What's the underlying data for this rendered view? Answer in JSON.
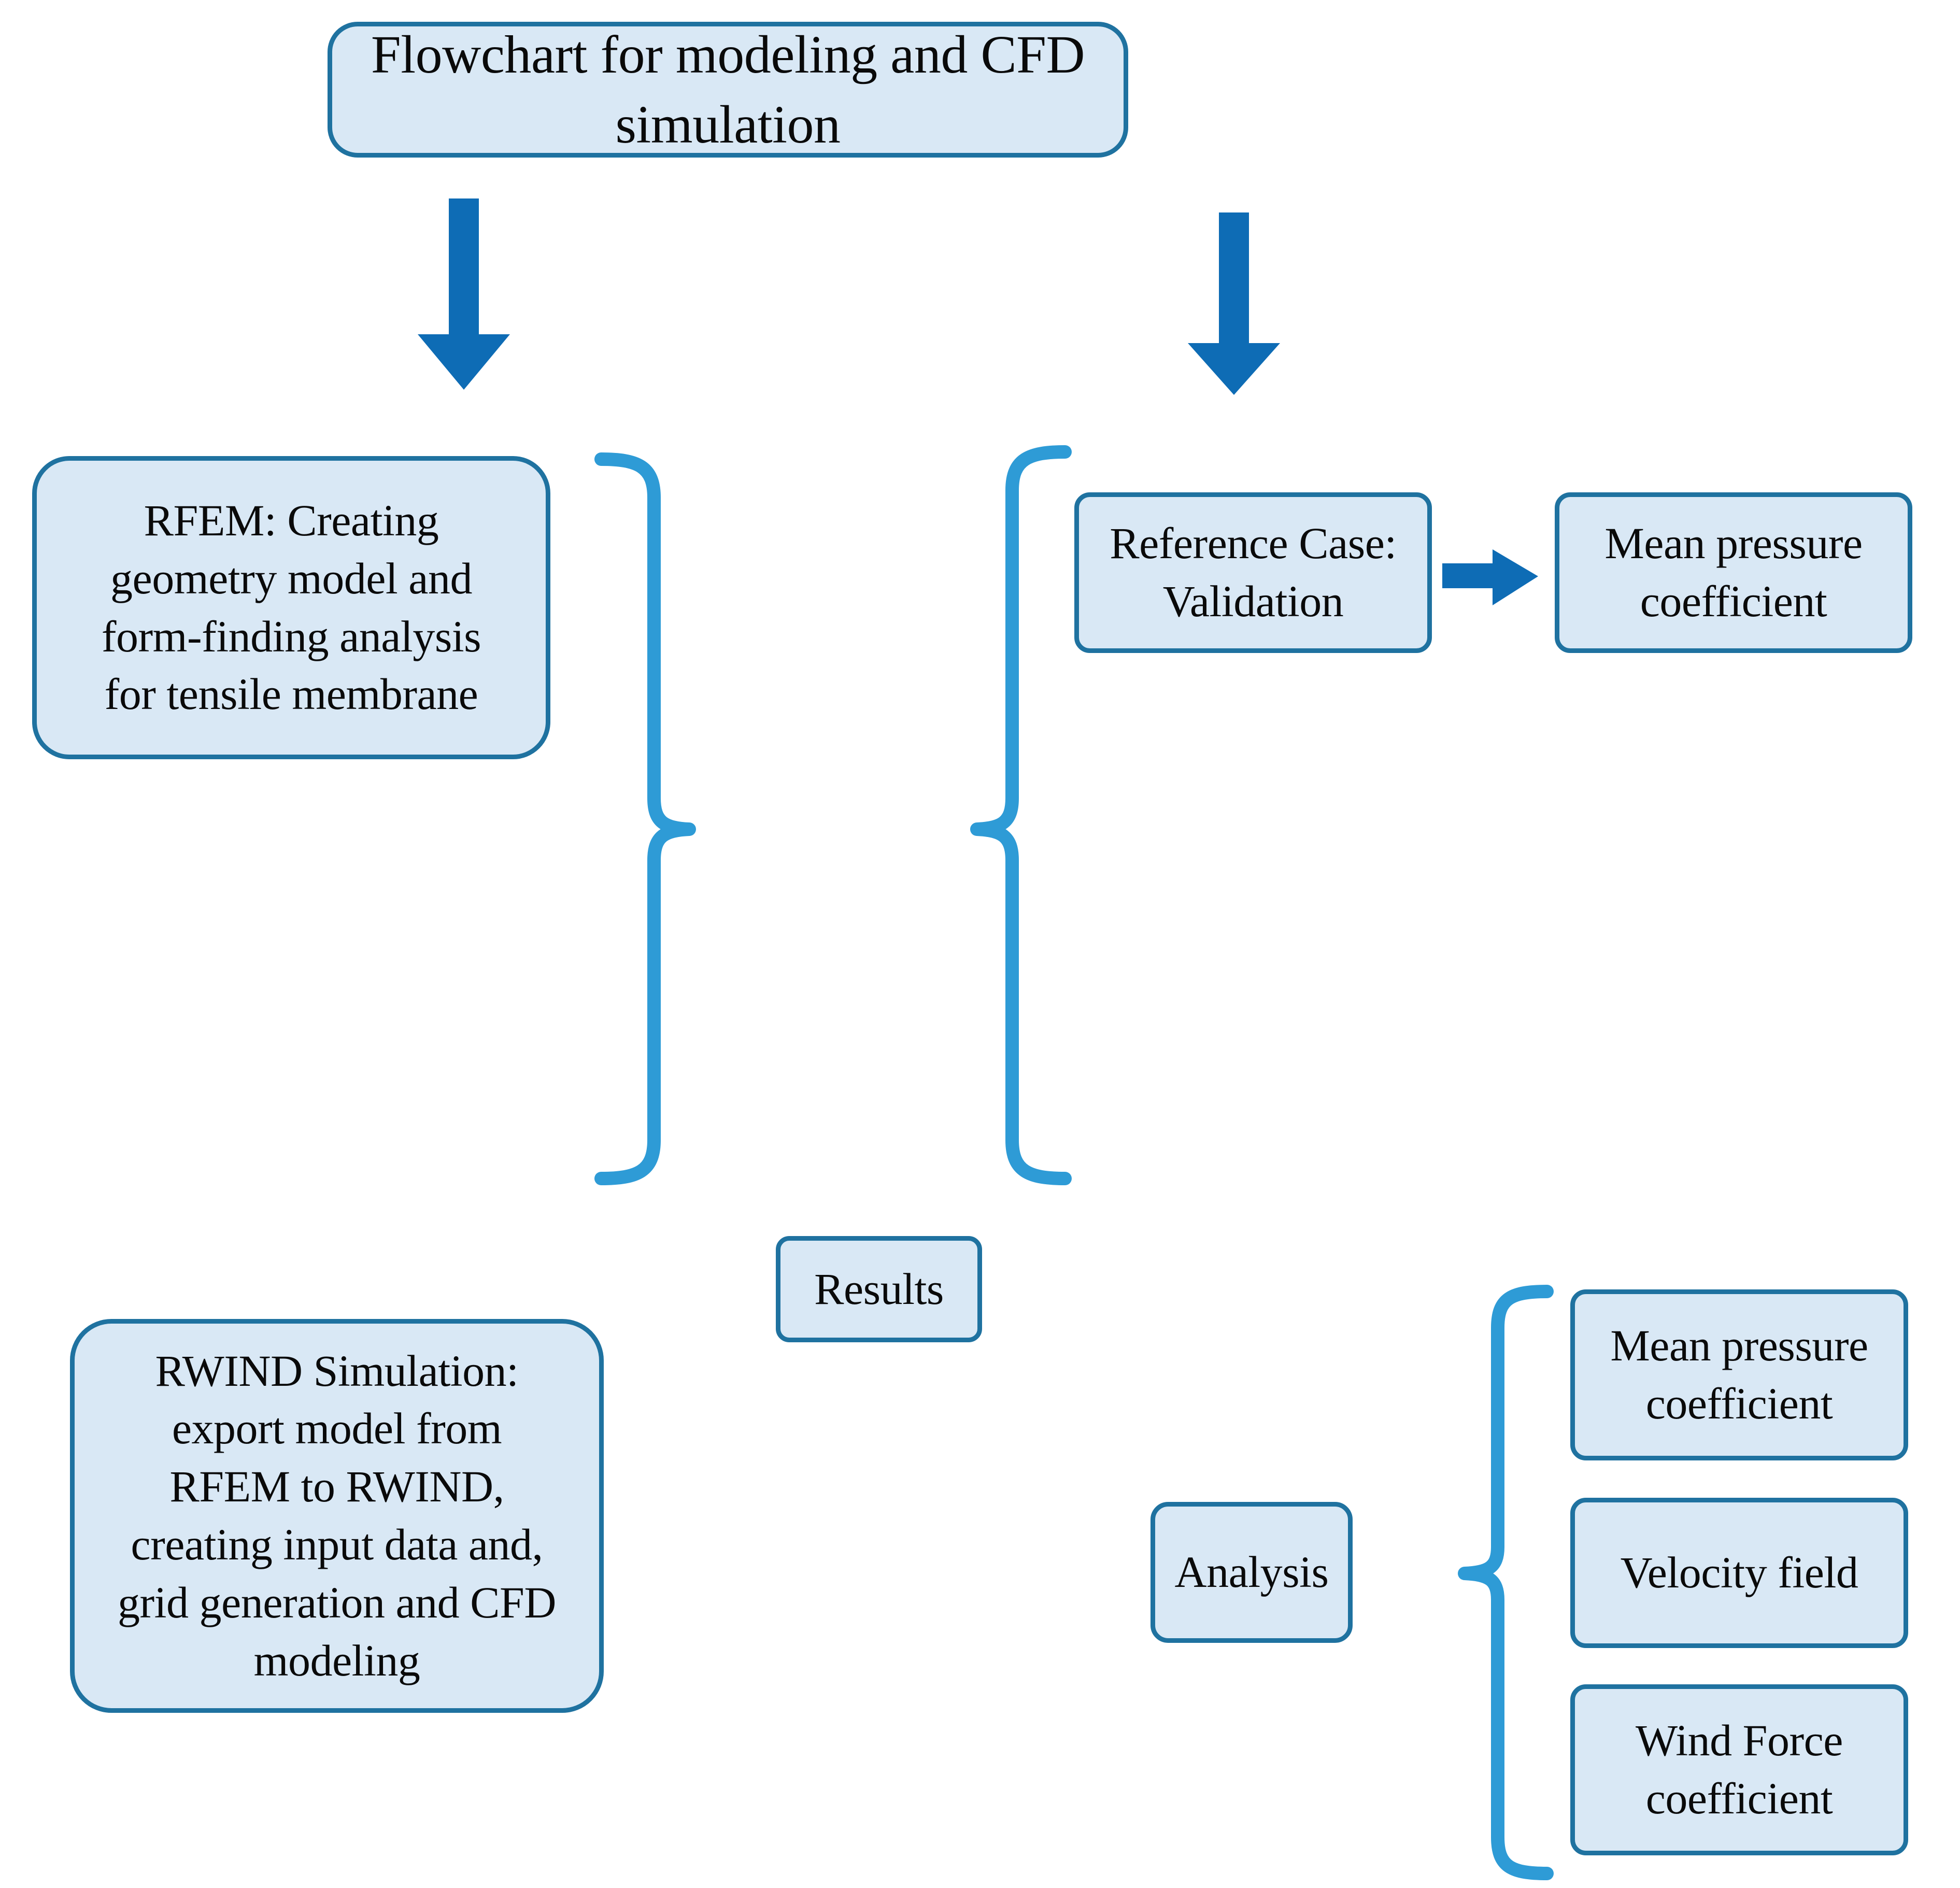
{
  "diagram": {
    "title_node": {
      "label": "Flowchart for modeling and CFD simulation"
    },
    "nodes": {
      "rfem": {
        "label": "RFEM: Creating\ngeometry model and\nform-finding analysis\nfor tensile membrane"
      },
      "reference_case": {
        "label": "Reference Case:\nValidation"
      },
      "mean_pressure_coefficient_validation": {
        "label": "Mean pressure\ncoefficient"
      },
      "rwind": {
        "label": "RWIND Simulation:\nexport model from\nRFEM to RWIND,\ncreating input data and,\ngrid generation and CFD\nmodeling"
      },
      "results": {
        "label": "Results"
      },
      "analysis": {
        "label": "Analysis"
      },
      "mean_pressure_coefficient_analysis": {
        "label": "Mean pressure\ncoefficient"
      },
      "velocity_field": {
        "label": "Velocity field"
      },
      "wind_force_coefficient": {
        "label": "Wind Force\ncoefficient"
      }
    },
    "colors": {
      "node_fill": "#D9E8F5",
      "node_border": "#1F72A0",
      "arrow": "#0E6CB5",
      "brace": "#2E9BD6",
      "text": "#0a0a0a",
      "background": "#FFFFFF"
    },
    "connectors": {
      "arrow_title_to_rfem": "down-arrow",
      "arrow_title_to_reference": "down-arrow",
      "arrow_reference_to_mean_pressure": "right-arrow",
      "brace_left_rfem_rwind": "right-brace",
      "brace_right_reference_group": "left-brace",
      "brace_analysis_outputs": "right-brace"
    }
  }
}
